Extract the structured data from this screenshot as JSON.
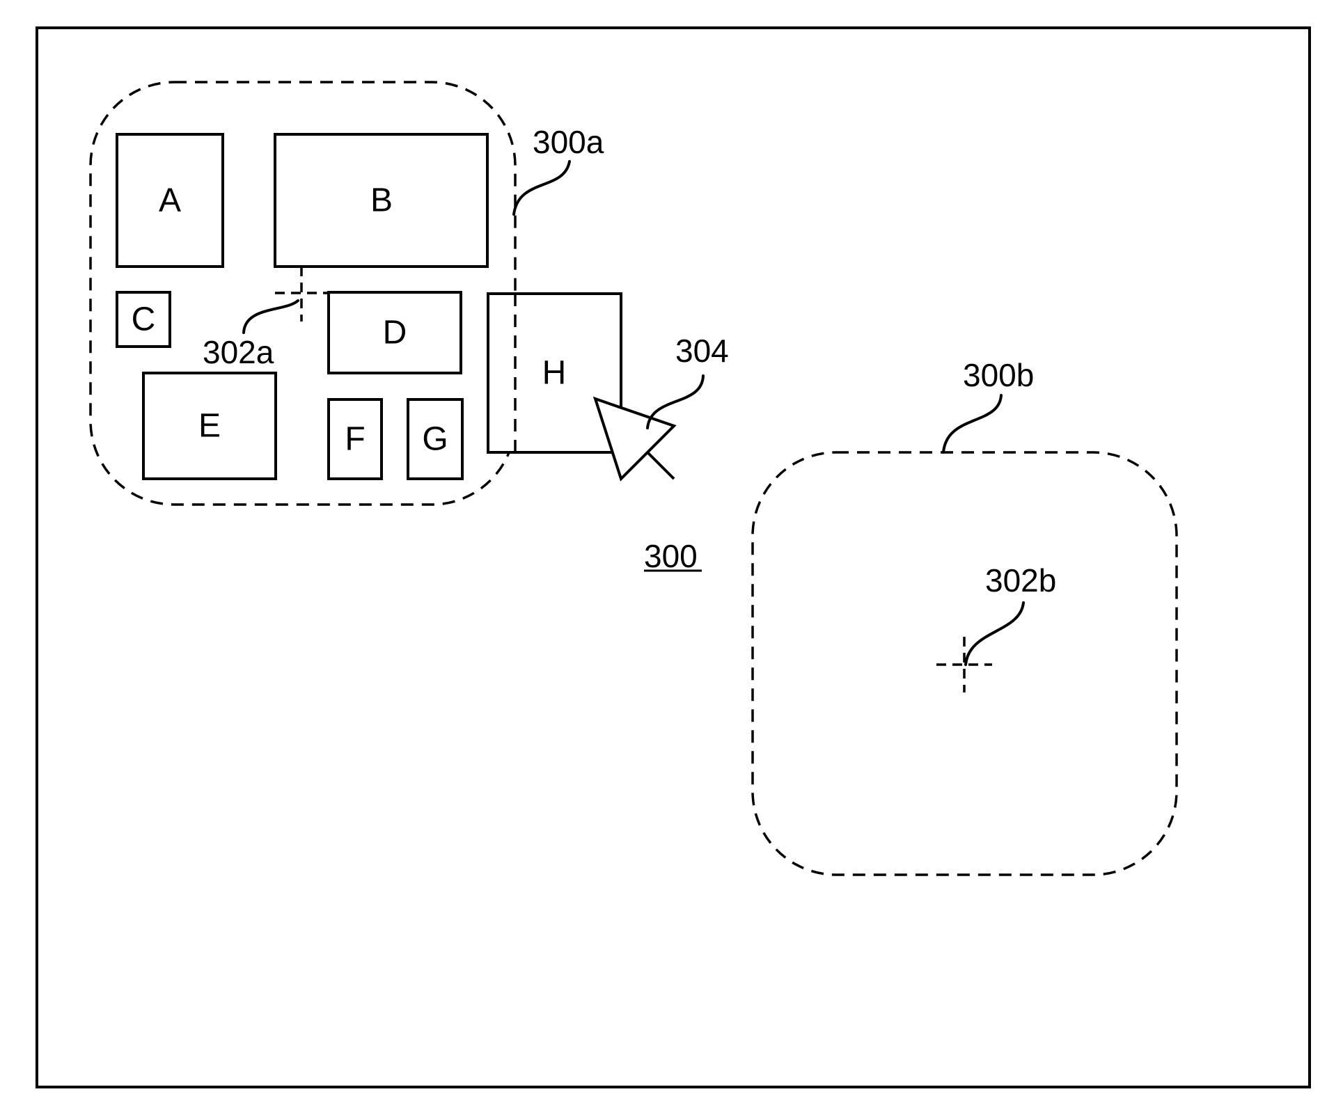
{
  "diagram": {
    "figure_label": "300",
    "region_labels": {
      "first_region": "300a",
      "second_region": "300b"
    },
    "cursor_label": "304",
    "point_labels": {
      "first_point": "302a",
      "second_point": "302b"
    },
    "boxes": [
      {
        "id": "a",
        "label": "A"
      },
      {
        "id": "b",
        "label": "B"
      },
      {
        "id": "c",
        "label": "C"
      },
      {
        "id": "d",
        "label": "D"
      },
      {
        "id": "e",
        "label": "E"
      },
      {
        "id": "f",
        "label": "F"
      },
      {
        "id": "g",
        "label": "G"
      },
      {
        "id": "h",
        "label": "H"
      }
    ]
  }
}
